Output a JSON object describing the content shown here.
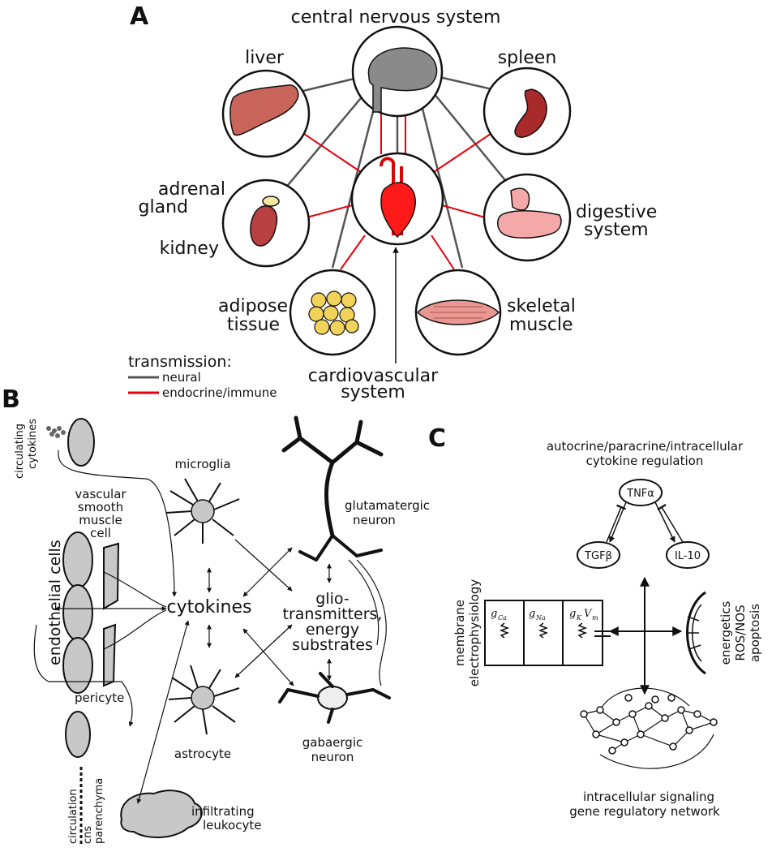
{
  "panel_a": {
    "letter": "A",
    "central": "central nervous system",
    "liver": "liver",
    "spleen": "spleen",
    "adrenal_1": "adrenal",
    "adrenal_2": "gland",
    "kidney": "kidney",
    "digestive_1": "digestive",
    "digestive_2": "system",
    "adipose_1": "adipose",
    "adipose_2": "tissue",
    "skeletal_1": "skeletal",
    "skeletal_2": "muscle",
    "cardio_1": "cardiovascular",
    "cardio_2": "system",
    "legend_title": "transmission:",
    "legend_neural": "neural",
    "legend_endocrine": "endocrine/immune"
  },
  "panel_b": {
    "letter": "B",
    "circ_cyt_1": "circulating",
    "circ_cyt_2": "cytokines",
    "vsm_1": "vascular",
    "vsm_2": "smooth",
    "vsm_3": "muscle",
    "vsm_4": "cell",
    "endothelial": "endothelial cells",
    "pericyte": "pericyte",
    "microglia": "microglia",
    "cytokines": "cytokines",
    "astrocyte": "astrocyte",
    "glut_1": "glutamatergic",
    "glut_2": "neuron",
    "glio_1": "glio-",
    "glio_2": "transmitters,",
    "glio_3": "energy",
    "glio_4": "substrates",
    "gaba_1": "gabaergic",
    "gaba_2": "neuron",
    "infl_1": "infiltrating",
    "infl_2": "leukocyte",
    "circulation": "circulation",
    "cns": "cns",
    "parenchyma": "parenchyma"
  },
  "panel_c": {
    "letter": "C",
    "reg_1": "autocrine/paracrine/intracellular",
    "reg_2": "cytokine regulation",
    "tnf": "TNFα",
    "tgf": "TGFβ",
    "il10": "IL-10",
    "membrane_1": "membrane",
    "membrane_2": "electrophysiology",
    "g_ca": "g",
    "g_ca_sub": "Ca",
    "g_na": "g",
    "g_na_sub": "Na",
    "g_k": "g",
    "g_k_sub": "K",
    "v_m": "V",
    "v_m_sub": "m",
    "energetics_1": "energetics",
    "energetics_2": "ROS/NOS",
    "energetics_3": "apoptosis",
    "network_1": "intracellular signaling",
    "network_2": "gene regulatory network"
  },
  "colors": {
    "neural_line": "#555555",
    "endocrine_line": "#e8000b",
    "cell_fill": "#c8c8c8",
    "heart": "#ff1a1a",
    "liver": "#c8645a",
    "kidney": "#b84040",
    "spleen": "#a82a2a",
    "adipose": "#f2d35a",
    "muscle": "#e89890",
    "digestive": "#f4a8a8"
  }
}
